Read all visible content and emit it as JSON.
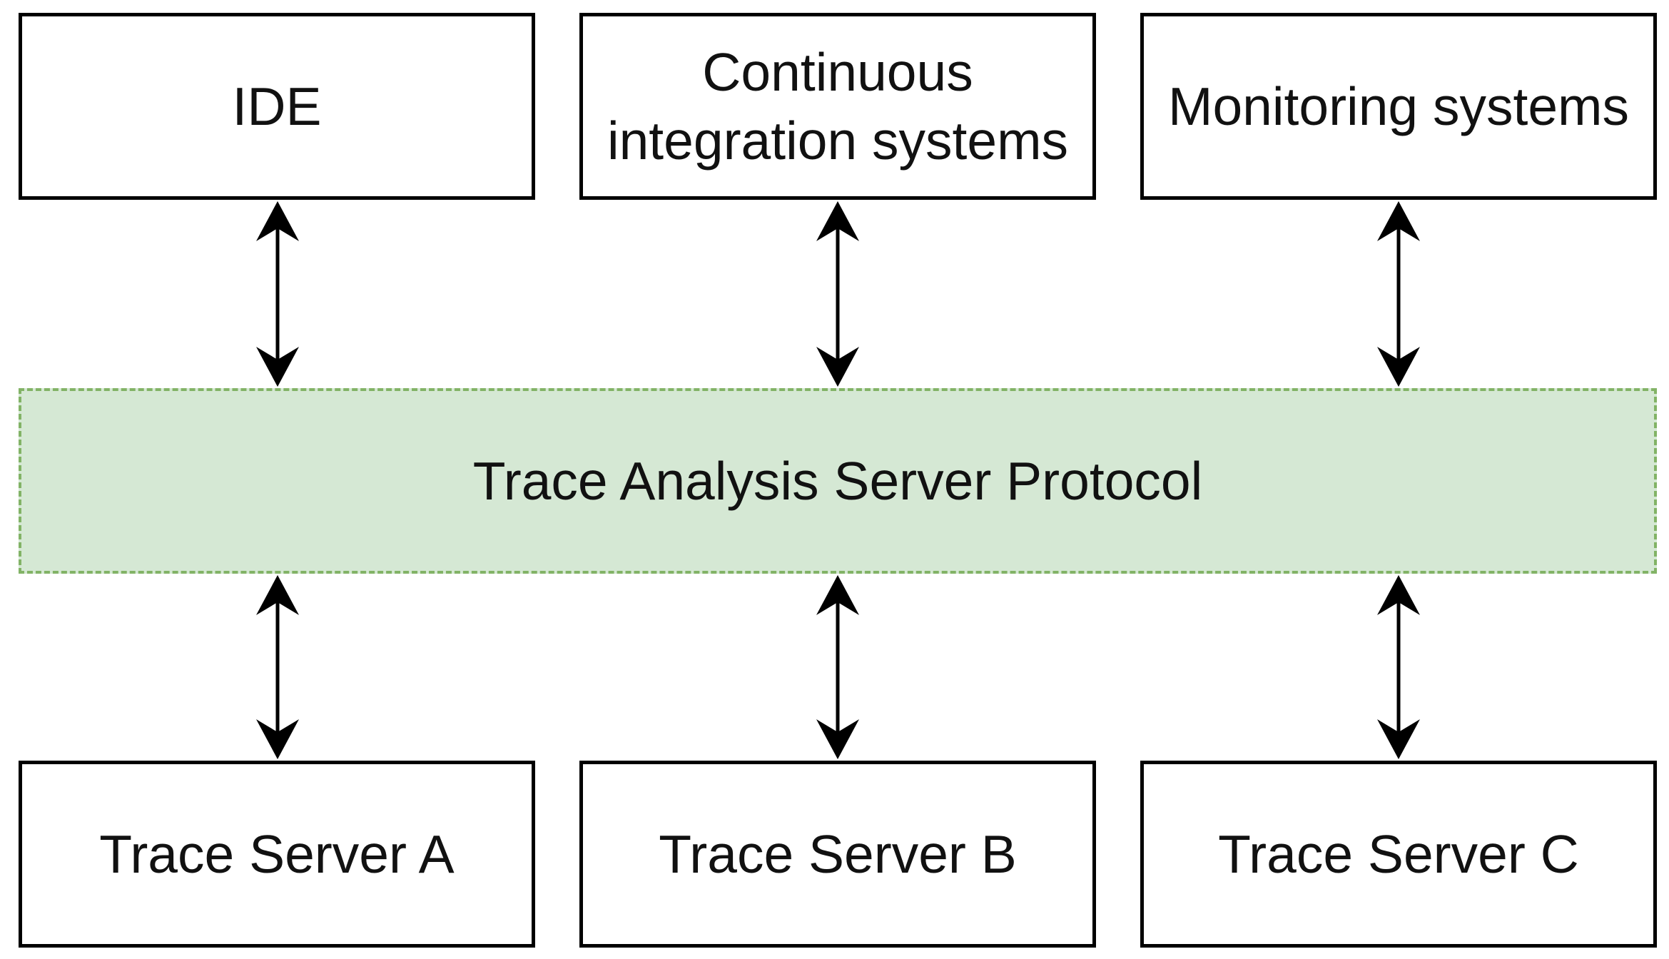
{
  "colors": {
    "box_border": "#000000",
    "protocol_fill": "#d5e8d4",
    "protocol_border": "#82b366",
    "arrow": "#000000"
  },
  "top_boxes": [
    {
      "lines": [
        "IDE"
      ]
    },
    {
      "lines": [
        "Continuous",
        "integration systems"
      ]
    },
    {
      "lines": [
        "Monitoring systems"
      ]
    }
  ],
  "protocol": {
    "label": "Trace Analysis Server Protocol"
  },
  "bottom_boxes": [
    {
      "lines": [
        "Trace Server A"
      ]
    },
    {
      "lines": [
        "Trace Server B"
      ]
    },
    {
      "lines": [
        "Trace Server C"
      ]
    }
  ],
  "connections": [
    {
      "from": "IDE",
      "to": "Trace Analysis Server Protocol",
      "direction": "bidirectional"
    },
    {
      "from": "Continuous integration systems",
      "to": "Trace Analysis Server Protocol",
      "direction": "bidirectional"
    },
    {
      "from": "Monitoring systems",
      "to": "Trace Analysis Server Protocol",
      "direction": "bidirectional"
    },
    {
      "from": "Trace Analysis Server Protocol",
      "to": "Trace Server A",
      "direction": "bidirectional"
    },
    {
      "from": "Trace Analysis Server Protocol",
      "to": "Trace Server B",
      "direction": "bidirectional"
    },
    {
      "from": "Trace Analysis Server Protocol",
      "to": "Trace Server C",
      "direction": "bidirectional"
    }
  ]
}
